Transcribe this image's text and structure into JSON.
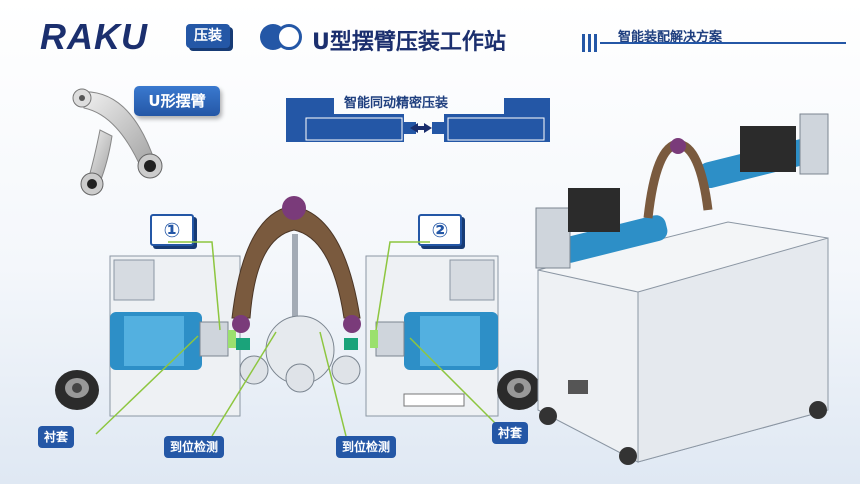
{
  "brand": {
    "logo_text": "RAKU"
  },
  "header": {
    "tag": "压装",
    "title": "U型摆臂压装工作站",
    "subtitle": "智能装配解决方案"
  },
  "product": {
    "label": "U形摆臂"
  },
  "schematic": {
    "caption": "智能同动精密压装"
  },
  "callouts": {
    "left": "①",
    "right": "②"
  },
  "labels": {
    "bushing_left": "衬套",
    "detect_left": "到位检测",
    "detect_right": "到位检测",
    "bushing_right": "衬套"
  },
  "colors": {
    "primary": "#2457a6",
    "dark": "#1b2f6e",
    "pointer": "#8dc63f"
  }
}
